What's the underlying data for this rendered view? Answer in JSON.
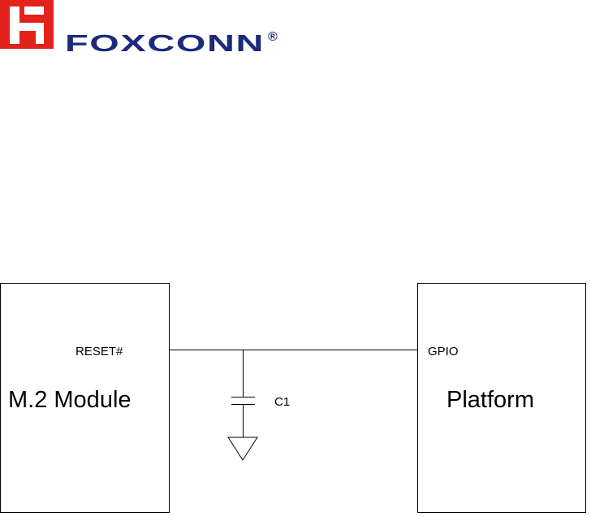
{
  "logo": {
    "brand_text": "FOXCONN",
    "registered_mark": "®",
    "mark_color": "#e3231b",
    "text_color": "#1b2a7a"
  },
  "module": {
    "label": "M.2 Module",
    "pin_label": "RESET#"
  },
  "platform": {
    "label": "Platform",
    "pin_label": "GPIO"
  },
  "capacitor": {
    "label": "C1"
  },
  "colors": {
    "line": "#000000",
    "background": "#ffffff"
  }
}
